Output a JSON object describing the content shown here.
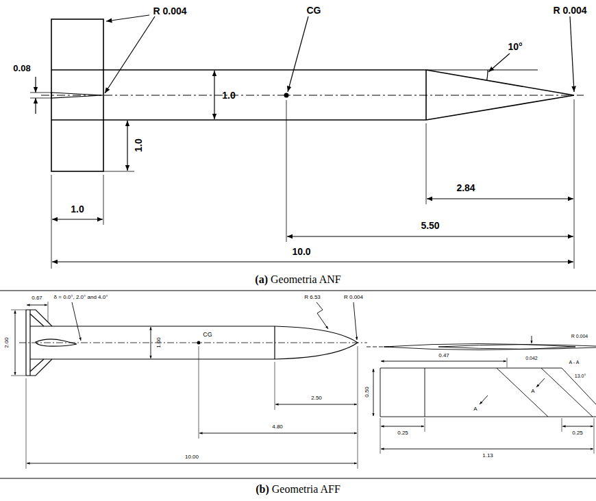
{
  "diagram": {
    "labels": [
      "R 0.004",
      "CG",
      "10°",
      "R 0.004",
      "0.08",
      "1.0",
      "1.0",
      "1.0",
      "2.84",
      "5.50",
      "10.0",
      "(a) Geometria ANF",
      "0.67",
      "δ = 0.0°, 2.0° and 4.0°",
      "R 6.53",
      "R 0.004",
      "2.00",
      "1.00",
      "CG",
      "2.50",
      "4.80",
      "10.00",
      "0.042",
      "R 0.004",
      "0.47",
      "0.50",
      "A",
      "A",
      "A - A",
      "13.0°",
      "0.25",
      "0.25",
      "1.13",
      "(b) Geometria AFF"
    ]
  }
}
